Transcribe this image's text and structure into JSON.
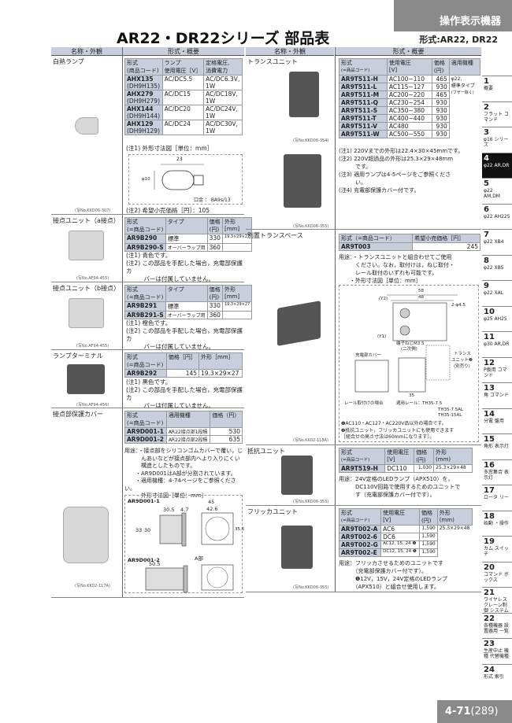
{
  "header": {
    "category": "操作表示機器",
    "title": "AR22・DR22シリーズ 部品表",
    "subtitle": "形式:AR22, DR22"
  },
  "col_headers": {
    "name": "名称・外観",
    "spec": "形式・概要"
  },
  "left": {
    "lamp": {
      "name": "白熱ランプ",
      "caption": "(写No.KKD06-307)",
      "headers": [
        "形式",
        "(商品コード)",
        "ランプ",
        "使用電圧［V］",
        "定格電圧,",
        "消費電力"
      ],
      "rows": [
        [
          "AHX135",
          "(DH9H135)",
          "AC/DC5.5",
          "AC/DC6.3V,",
          "1W"
        ],
        [
          "AHX279",
          "(DH9H279)",
          "AC/DC15",
          "AC/DC18V,",
          "1W"
        ],
        [
          "AHX144",
          "(DH9H144)",
          "AC/DC20",
          "AC/DC24V,",
          "1W"
        ],
        [
          "AHX129",
          "(DH9H129)",
          "AC/DC24",
          "AC/DC30V,",
          "1W"
        ]
      ],
      "note1": "(注1) 外形寸法図［単位：mm］",
      "dim_len": "23",
      "dim_dia": "φ10",
      "base": "口金 ： BA9s/13",
      "note2": "(注2) 希望小売価格［円］：105"
    },
    "contact_a": {
      "name": "接点ユニット（a接点）",
      "caption": "(写No.AF94-455)",
      "headers": [
        "形式",
        "(=商品コード)",
        "タイプ",
        "価格",
        "(円)",
        "外形",
        "[mm]"
      ],
      "rows": [
        [
          "AR9B290",
          "標準",
          "330",
          "19.3×29×27"
        ],
        [
          "AR9B290-S",
          "オーバーラップ用",
          "360",
          ""
        ]
      ],
      "notes": [
        "(注1) 青色です。",
        "(注2) この部品を手配した場合，充電部保護カ",
        "　　　バーは付属していません。"
      ]
    },
    "contact_b": {
      "name": "接点ユニット（b接点）",
      "caption": "(写No.AF94-455)",
      "headers": [
        "形式",
        "(=商品コード)",
        "タイプ",
        "価格",
        "(円)",
        "外形",
        "[mm]"
      ],
      "rows": [
        [
          "AR9B291",
          "標準",
          "330",
          "19.3×29×27"
        ],
        [
          "AR9B291-S",
          "オーバーラップ用",
          "360",
          ""
        ]
      ],
      "notes": [
        "(注1) 橙色です。",
        "(注2) この部品を手配した場合，充電部保護カ",
        "　　　バーは付属していません。"
      ]
    },
    "terminal": {
      "name": "ランプターミナル",
      "caption": "(写No.AF94-456)",
      "headers": [
        "形式",
        "(=商品コード)",
        "価格［円］",
        "外形［mm］"
      ],
      "rows": [
        [
          "AR9B292",
          "145",
          "19.3×29×27"
        ]
      ],
      "notes": [
        "(注1) 黒色です。",
        "(注2) この部品を手配した場合，充電部保護カ",
        "　　　バーは付属していません。"
      ]
    },
    "cover": {
      "name": "接点部保護カバー",
      "caption": "(写No.KK02-117A)",
      "headers": [
        "形式",
        "(=商品コード)",
        "適用機種",
        "価格（円）"
      ],
      "rows": [
        [
          "AR9D001-1",
          "AR22接点部1段積",
          "530"
        ],
        [
          "AR9D001-2",
          "AR22接点部2段積",
          "635"
        ]
      ],
      "notes": [
        "用途：・接点部をシリコンゴムカバーで覆い，じ",
        "　　　んあいなどが接点部内へより入りにくい",
        "　　　構造としたものです。",
        "　　・AR9D001はA部が分割されています。",
        "　　・適用機種：4-74ページをご参照ください。",
        "　　・外形寸法図［単位：mm］"
      ],
      "diagram": {
        "label1": "AR9D001-1",
        "label2": "AR9D001-2",
        "d1": "30.5",
        "d2": "4.7",
        "d3": "45",
        "d4": "42.6",
        "d5": "33",
        "d6": "30",
        "d7": "35.6",
        "d8": "50.5",
        "partA": "A部"
      }
    }
  },
  "right": {
    "trans": {
      "name": "トランスユニット",
      "captions": [
        "(写No.KKD06-354)",
        "(写No.KKD06-355)"
      ],
      "headers": [
        "形式",
        "(=商品コード)",
        "使用電圧",
        "[V]",
        "価格",
        "(円)",
        "適用機種"
      ],
      "rows": [
        [
          "AR9T511-H",
          "AC100~110",
          "465"
        ],
        [
          "AR9T511-L",
          "AC115~127",
          "930"
        ],
        [
          "AR9T511-M",
          "AC200~220",
          "465"
        ],
        [
          "AR9T511-Q",
          "AC230~254",
          "930"
        ],
        [
          "AR9T511-S",
          "AC350~380",
          "930"
        ],
        [
          "AR9T511-T",
          "AC400~440",
          "930"
        ],
        [
          "AR9T511-V",
          "AC480",
          "930"
        ],
        [
          "AR9T511-W",
          "AC500~550",
          "930"
        ]
      ],
      "applicable": [
        "φ22,",
        "標準タイプ",
        "(ブザー除く)"
      ],
      "notes": [
        "(注1) 220Vまでの外形は22.4×30×45mmです。",
        "(注2) 220V超過品の外形は25.3×29×48mm",
        "　　　です。",
        "(注3) 適用ランプは4-5ページをご参照くださ",
        "　　　い。",
        "(注4) 充電部保護カバー付です。"
      ]
    },
    "base": {
      "name": "別置トランスベース",
      "caption": "(写No.KK02-118A)",
      "headers": [
        "形式（=商品コード）",
        "希望小売価格［円］"
      ],
      "rows": [
        [
          "AR9T003",
          "245"
        ]
      ],
      "notes": [
        "用途：・トランスユニットと組合わせてご使用",
        "　　　ください。なお，取付けは，ねじ取付・",
        "　　　レール取付のいずれも可能です。",
        "　　・外形寸法図［単位：mm］"
      ],
      "diagram": {
        "d58": "58",
        "d48": "48",
        "hole": "2-φ4.5",
        "y2": "(Y2)",
        "y1": "(Y1)",
        "screw": "端子ねじM3.5",
        "secondary": "(二次側)",
        "cover": "充電部カバー",
        "trans": "トランス",
        "unit": "ユニット❷",
        "sep": "(別売り)",
        "d35": "35",
        "rail_case": "レール取付けの場合",
        "rail": "適用レール：TH35-7.5",
        "rail2": "TH35-7.5AL",
        "rail3": "TH35-15AL",
        "fn1": "❶AC110・AC127・AC220V品以外の場合です。",
        "fn2": "❷抵抗ユニット，フリッカユニットにも使用できます",
        "fn3": "［組合せの高さ寸法は60mmになります］。"
      }
    },
    "resist": {
      "name": "抵抗ユニット",
      "caption": "(写No.KKD06-355)",
      "headers": [
        "形式",
        "(=商品コード)",
        "使用電圧",
        "[V]",
        "価格",
        "(円)",
        "外形",
        "(mm)"
      ],
      "rows": [
        [
          "AR9T519-H",
          "DC110",
          "1,030",
          "25.3×29×48"
        ]
      ],
      "notes": [
        "用途：24V定格のLEDランプ（APX510）を，",
        "　　　DC110V回路で使用するためのユニットで",
        "　　　す（充電部保護カバー付です）。"
      ]
    },
    "flicker": {
      "name": "フリッカユニット",
      "caption": "(写No.KKD06-355)",
      "headers": [
        "形式",
        "(=商品コード)",
        "使用電圧",
        "[V]",
        "価格",
        "(円)",
        "外形",
        "(mm)"
      ],
      "rows": [
        [
          "AR9T002-A",
          "AC6",
          "1,590",
          "25.3×29×48"
        ],
        [
          "AR9T002-6",
          "DC6",
          "1,590",
          ""
        ],
        [
          "AR9T002-G",
          "AC12, 15, 24 ❶",
          "1,590",
          ""
        ],
        [
          "AR9T002-E",
          "DC12, 15, 24 ❶",
          "1,590",
          ""
        ]
      ],
      "notes": [
        "用途：フリッカさせるためのユニットです",
        "　　　（充電部保護カバー付です）。",
        "　　　❶12V，15V，24V定格のLEDランプ",
        "　　　（APX510）と組合せ使用します。"
      ]
    }
  },
  "sidebar": [
    {
      "n": "1",
      "t": "概要"
    },
    {
      "n": "2",
      "t": "フラット コマンド"
    },
    {
      "n": "3",
      "t": "φ16 シリーズ"
    },
    {
      "n": "4",
      "t": "φ22 AR,DR",
      "active": true
    },
    {
      "n": "5",
      "t": "φ22 AM,DM"
    },
    {
      "n": "6",
      "t": "φ22 AH225"
    },
    {
      "n": "7",
      "t": "φ22 XB4"
    },
    {
      "n": "8",
      "t": "φ22 XB5"
    },
    {
      "n": "9",
      "t": "φ22 XAL"
    },
    {
      "n": "10",
      "t": "φ25 AH25"
    },
    {
      "n": "11",
      "t": "φ30 AR,DR"
    },
    {
      "n": "12",
      "t": "P板用 コマンド"
    },
    {
      "n": "13",
      "t": "角 コマンド"
    },
    {
      "n": "14",
      "t": "分電 盤用"
    },
    {
      "n": "15",
      "t": "角形 表示灯"
    },
    {
      "n": "16",
      "t": "多窓集合 表示灯"
    },
    {
      "n": "17",
      "t": "ロータ リー"
    },
    {
      "n": "18",
      "t": "始動 ・操作"
    },
    {
      "n": "19",
      "t": "カム スイッチ"
    },
    {
      "n": "20",
      "t": "コマンド ボックス"
    },
    {
      "n": "21",
      "t": "ワイヤレス クレーン制御 システム"
    },
    {
      "n": "22",
      "t": "各種機器 設置器用 一覧"
    },
    {
      "n": "23",
      "t": "生産中止 機種 代替機種"
    },
    {
      "n": "24",
      "t": "形式 索引"
    }
  ],
  "footer": {
    "page": "4-71",
    "total": "(289)"
  }
}
